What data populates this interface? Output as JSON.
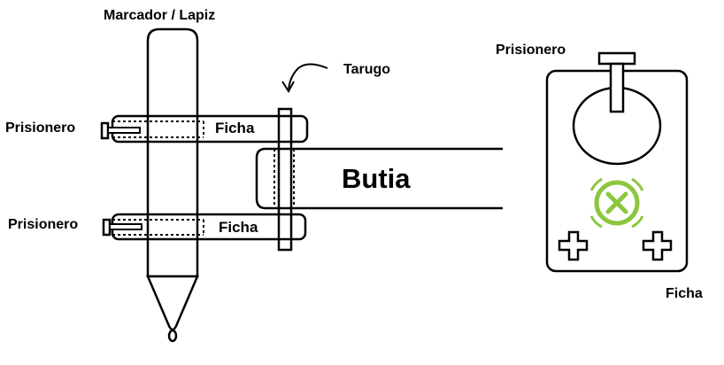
{
  "labels": {
    "pencil": "Marcador / Lapiz",
    "dowel": "Tarugo",
    "setscrew_top": "Prisionero",
    "setscrew_bottom": "Prisionero",
    "setscrew_right": "Prisionero",
    "card_top": "Ficha",
    "card_bottom": "Ficha",
    "card_right": "Ficha",
    "robot": "Butia"
  },
  "colors": {
    "line": "#000000",
    "accent": "#8cc63f",
    "background": "#ffffff"
  },
  "icons": {
    "status": "x-circle-icon",
    "plus": "plus-icon"
  }
}
